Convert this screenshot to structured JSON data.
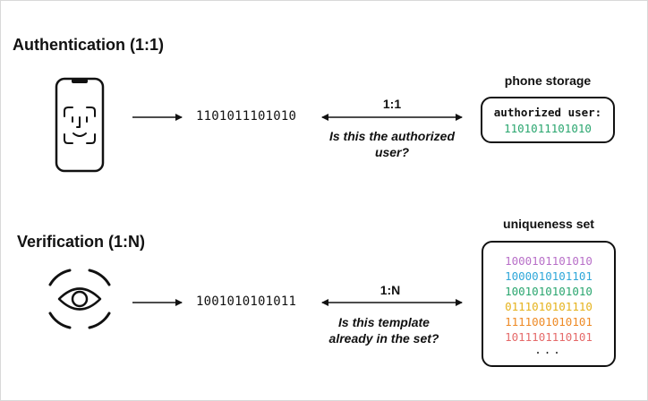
{
  "authentication": {
    "title": "Authentication (1:1)",
    "binary": "1101011101010",
    "ratio": "1:1",
    "question": "Is this the authorized user?",
    "box_title": "phone storage",
    "storage_label": "authorized user:",
    "storage_value": "1101011101010",
    "storage_value_color": "#2aa66f",
    "icon": "face-id-phone-icon"
  },
  "verification": {
    "title": "Verification (1:N)",
    "binary": "1001010101011",
    "ratio": "1:N",
    "question": "Is this template already in the set?",
    "box_title": "uniqueness set",
    "icon": "eye-scan-icon",
    "set_items": [
      {
        "value": "1000101101010",
        "color": "#b870c8"
      },
      {
        "value": "1000010101101",
        "color": "#2fa7d9"
      },
      {
        "value": "1001010101010",
        "color": "#2aa66f"
      },
      {
        "value": "0111010101110",
        "color": "#e5b21c"
      },
      {
        "value": "1111001010101",
        "color": "#ee8a25"
      },
      {
        "value": "1011101110101",
        "color": "#e56a6a"
      }
    ],
    "set_more": "..."
  }
}
